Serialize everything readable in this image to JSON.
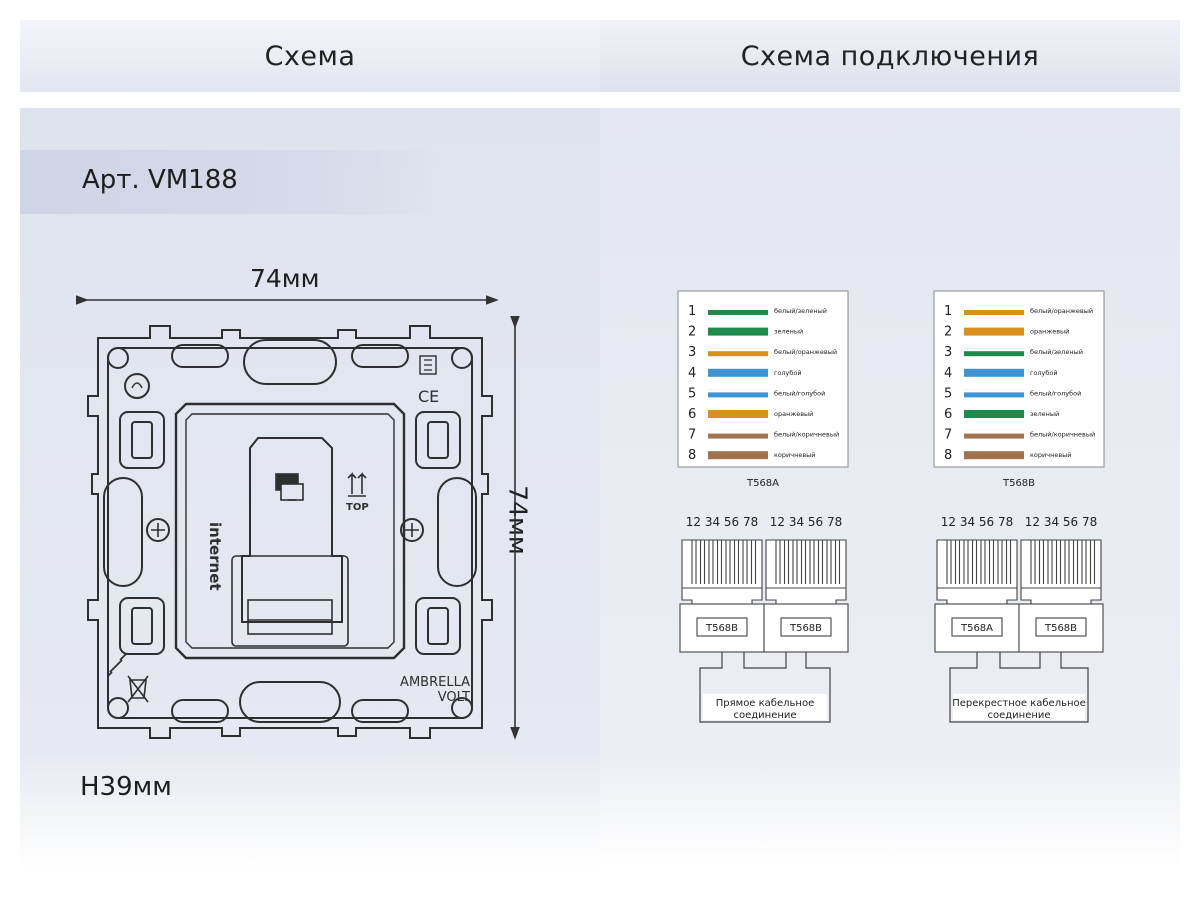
{
  "headers": {
    "left": "Схема",
    "right": "Схема подключения"
  },
  "product": {
    "article": "Арт. VM188",
    "width_label": "74мм",
    "height_label": "74мм",
    "depth_label": "H39мм",
    "device_label_internet": "internet",
    "device_label_top": "TOP",
    "brand_line1": "AMBRELLA",
    "brand_line2": "VOLT"
  },
  "wiring": {
    "t568a": {
      "name": "T568A",
      "pins": [
        {
          "num": "1",
          "label": "белый/зеленый",
          "color": "#1e8a4c",
          "striped": true
        },
        {
          "num": "2",
          "label": "зеленый",
          "color": "#1e8a4c",
          "striped": false
        },
        {
          "num": "3",
          "label": "белый/оранжевый",
          "color": "#d9901f",
          "striped": true
        },
        {
          "num": "4",
          "label": "голубой",
          "color": "#3d93d3",
          "striped": false
        },
        {
          "num": "5",
          "label": "белый/голубой",
          "color": "#3d93d3",
          "striped": true
        },
        {
          "num": "6",
          "label": "оранжевый",
          "color": "#d9901f",
          "striped": false
        },
        {
          "num": "7",
          "label": "белый/коричневый",
          "color": "#a0724e",
          "striped": true
        },
        {
          "num": "8",
          "label": "коричневый",
          "color": "#a0724e",
          "striped": false
        }
      ]
    },
    "t568b": {
      "name": "T568B",
      "pins": [
        {
          "num": "1",
          "label": "белый/оранжевый",
          "color": "#d9901f",
          "striped": true
        },
        {
          "num": "2",
          "label": "оранжевый",
          "color": "#d9901f",
          "striped": false
        },
        {
          "num": "3",
          "label": "белый/зеленый",
          "color": "#1e8a4c",
          "striped": true
        },
        {
          "num": "4",
          "label": "голубой",
          "color": "#3d93d3",
          "striped": false
        },
        {
          "num": "5",
          "label": "белый/голубой",
          "color": "#3d93d3",
          "striped": true
        },
        {
          "num": "6",
          "label": "зеленый",
          "color": "#1e8a4c",
          "striped": false
        },
        {
          "num": "7",
          "label": "белый/коричневый",
          "color": "#a0724e",
          "striped": true
        },
        {
          "num": "8",
          "label": "коричневый",
          "color": "#a0724e",
          "striped": false
        }
      ]
    },
    "pin_numbers": "12 34 56 78",
    "straight": {
      "plug_left": "T568B",
      "plug_right": "T568B",
      "caption_line1": "Прямое кабельное",
      "caption_line2": "соединение"
    },
    "crossover": {
      "plug_left": "T568A",
      "plug_right": "T568B",
      "caption_line1": "Перекрестное кабельное",
      "caption_line2": "соединение"
    }
  }
}
